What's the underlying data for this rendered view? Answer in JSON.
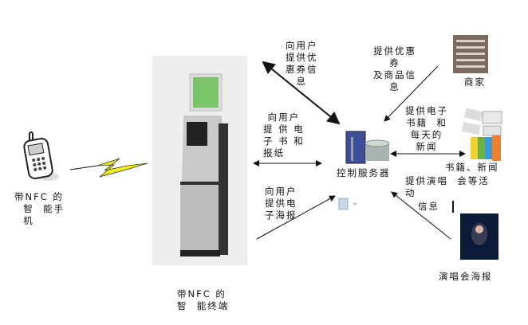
{
  "nodes": {
    "phone_label": [
      "带NFC 的",
      "  智  能手",
      "  机"
    ],
    "terminal_label": [
      "带NFC 的",
      "智  能终端"
    ],
    "server_label": "控制服务器",
    "merchant_label": "商家",
    "books_label": "书籍、新闻",
    "poster_label": "演唱会海报"
  },
  "edges": {
    "coupon_to_user": [
      "向用户",
      "提供优",
      "惠券信",
      "息"
    ],
    "ebook_to_user": [
      " 向用户",
      "提 供 电",
      "子 书 和",
      "报纸"
    ],
    "poster_to_user": [
      "向用户",
      "提供电",
      "子海报"
    ],
    "merchant_to_server": [
      "提供优惠",
      "券",
      "及商品信",
      "息"
    ],
    "books_to_server": [
      "提供电子",
      "书籍  和",
      "每天的",
      "新闻"
    ],
    "events_to_server": [
      "提供演唱  会等活",
      "动"
    ],
    "events_info": "信息"
  },
  "colors": {
    "bolt": "#f2f21a",
    "kiosk_bg": "#eeeeee",
    "arrow": "#111111"
  }
}
